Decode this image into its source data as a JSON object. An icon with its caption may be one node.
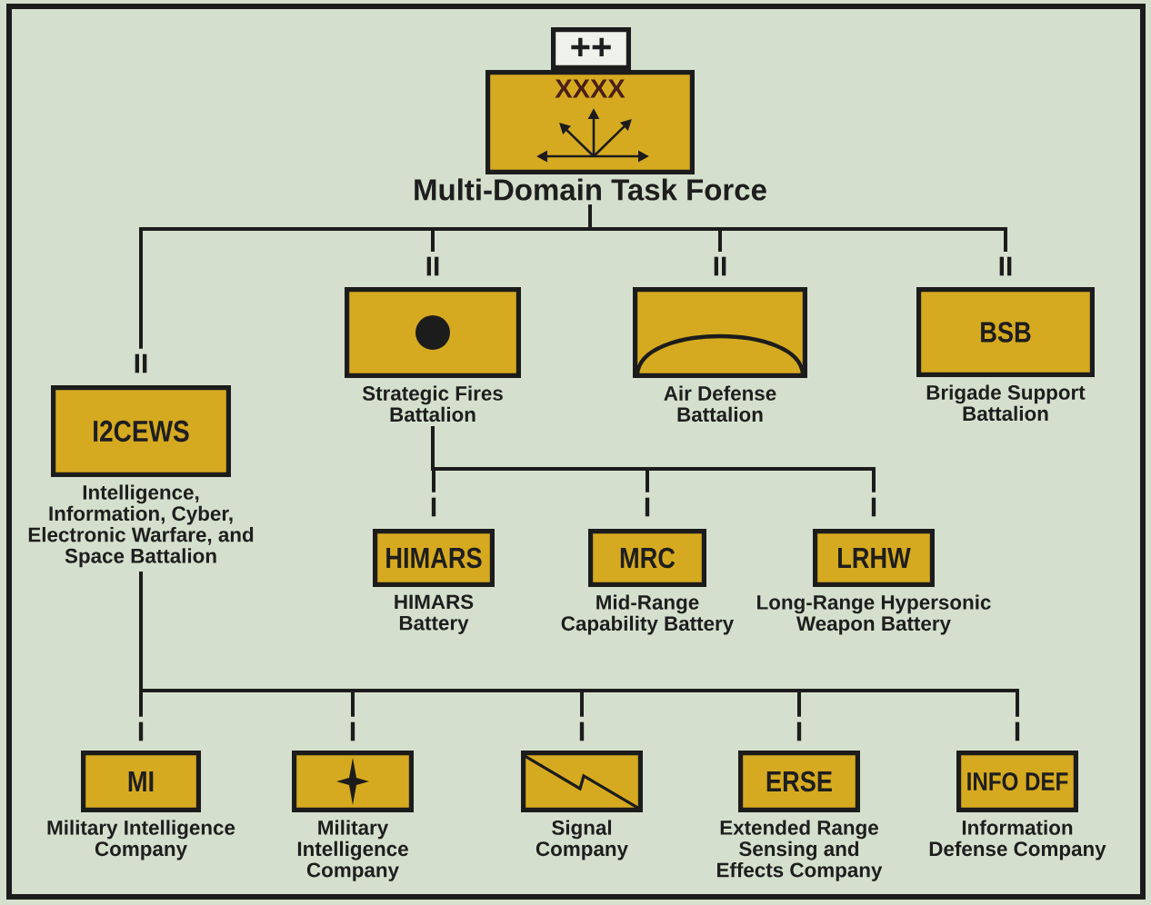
{
  "diagram": {
    "nodes": [
      {
        "text": [
          "++"
        ]
      },
      {
        "text": [
          "XXXX",
          "Multi-Domain Task Force"
        ]
      },
      {
        "text": [
          "Strategic Fires Battalion"
        ],
        "beside": [
          "II"
        ]
      },
      {
        "text": [
          "Air Defense Battalion"
        ],
        "beside": [
          "II"
        ]
      },
      {
        "text": [
          "BSB",
          "Brigade Support Battalion"
        ],
        "beside": [
          "II"
        ]
      },
      {
        "text": [
          "I2CEWS",
          "Intelligence, Information, Cyber, Electronic Warfare, and Space Battalion"
        ],
        "beside": [
          "II"
        ]
      },
      {
        "text": [
          "HIMARS",
          "HIMARS Battery"
        ],
        "beside": [
          "I"
        ]
      },
      {
        "text": [
          "MRC",
          "Mid-Range Capability Battery"
        ],
        "beside": [
          "I"
        ]
      },
      {
        "text": [
          "LRHW",
          "Long-Range Hypersonic Weapon Battery"
        ],
        "beside": [
          "I"
        ]
      },
      {
        "text": [
          "MI",
          "Military Intelligence Company"
        ],
        "beside": [
          "I"
        ]
      },
      {
        "text": [
          "Military Intelligence Company"
        ],
        "beside": [
          "I"
        ]
      },
      {
        "text": [
          "Signal Company"
        ],
        "beside": [
          "I"
        ]
      },
      {
        "text": [
          "ERSE",
          "Extended Range Sensing and Effects Company"
        ],
        "beside": [
          "I"
        ]
      },
      {
        "text": [
          "INFO DEF",
          "Information Defense Company"
        ],
        "beside": [
          "I"
        ]
      }
    ],
    "edges": [
      {
        "from": 1,
        "to": 5,
        "arrow": "none"
      },
      {
        "from": 1,
        "to": 2,
        "arrow": "none"
      },
      {
        "from": 1,
        "to": 3,
        "arrow": "none"
      },
      {
        "from": 1,
        "to": 4,
        "arrow": "none"
      },
      {
        "from": 2,
        "to": 6,
        "arrow": "none"
      },
      {
        "from": 2,
        "to": 7,
        "arrow": "none"
      },
      {
        "from": 2,
        "to": 8,
        "arrow": "none"
      },
      {
        "from": 5,
        "to": 9,
        "arrow": "none"
      },
      {
        "from": 5,
        "to": 10,
        "arrow": "none"
      },
      {
        "from": 5,
        "to": 11,
        "arrow": "none"
      },
      {
        "from": 5,
        "to": 12,
        "arrow": "none"
      },
      {
        "from": 5,
        "to": 13,
        "arrow": "none"
      }
    ]
  }
}
